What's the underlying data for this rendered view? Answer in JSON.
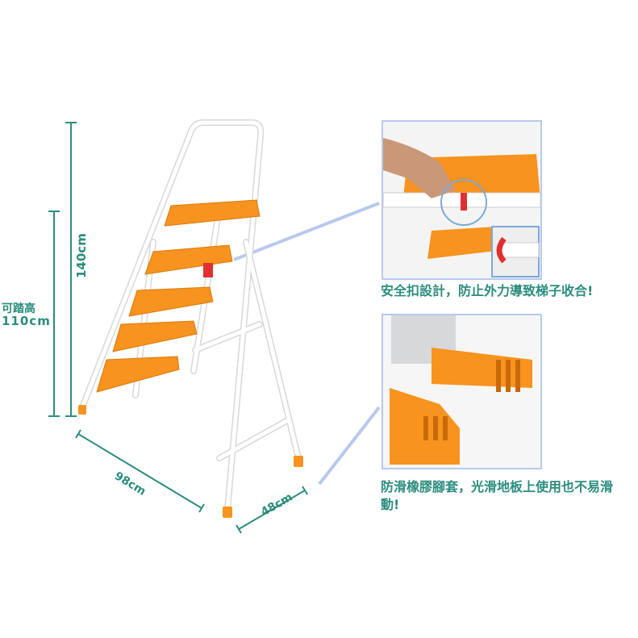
{
  "dimensions": {
    "total_height": "140cm",
    "step_height_label": "可踏高",
    "step_height": "110cm",
    "depth": "98cm",
    "width": "48cm"
  },
  "features": [
    {
      "caption": "安全扣設計，防止外力導致梯子收合!"
    },
    {
      "caption": "防滑橡膠腳套，光滑地板上使用也不易滑動!"
    }
  ],
  "colors": {
    "accent": "#f7931e",
    "text": "#2b8d7e",
    "frame": "#ffffff",
    "inset_border": "#b8c8ee"
  }
}
